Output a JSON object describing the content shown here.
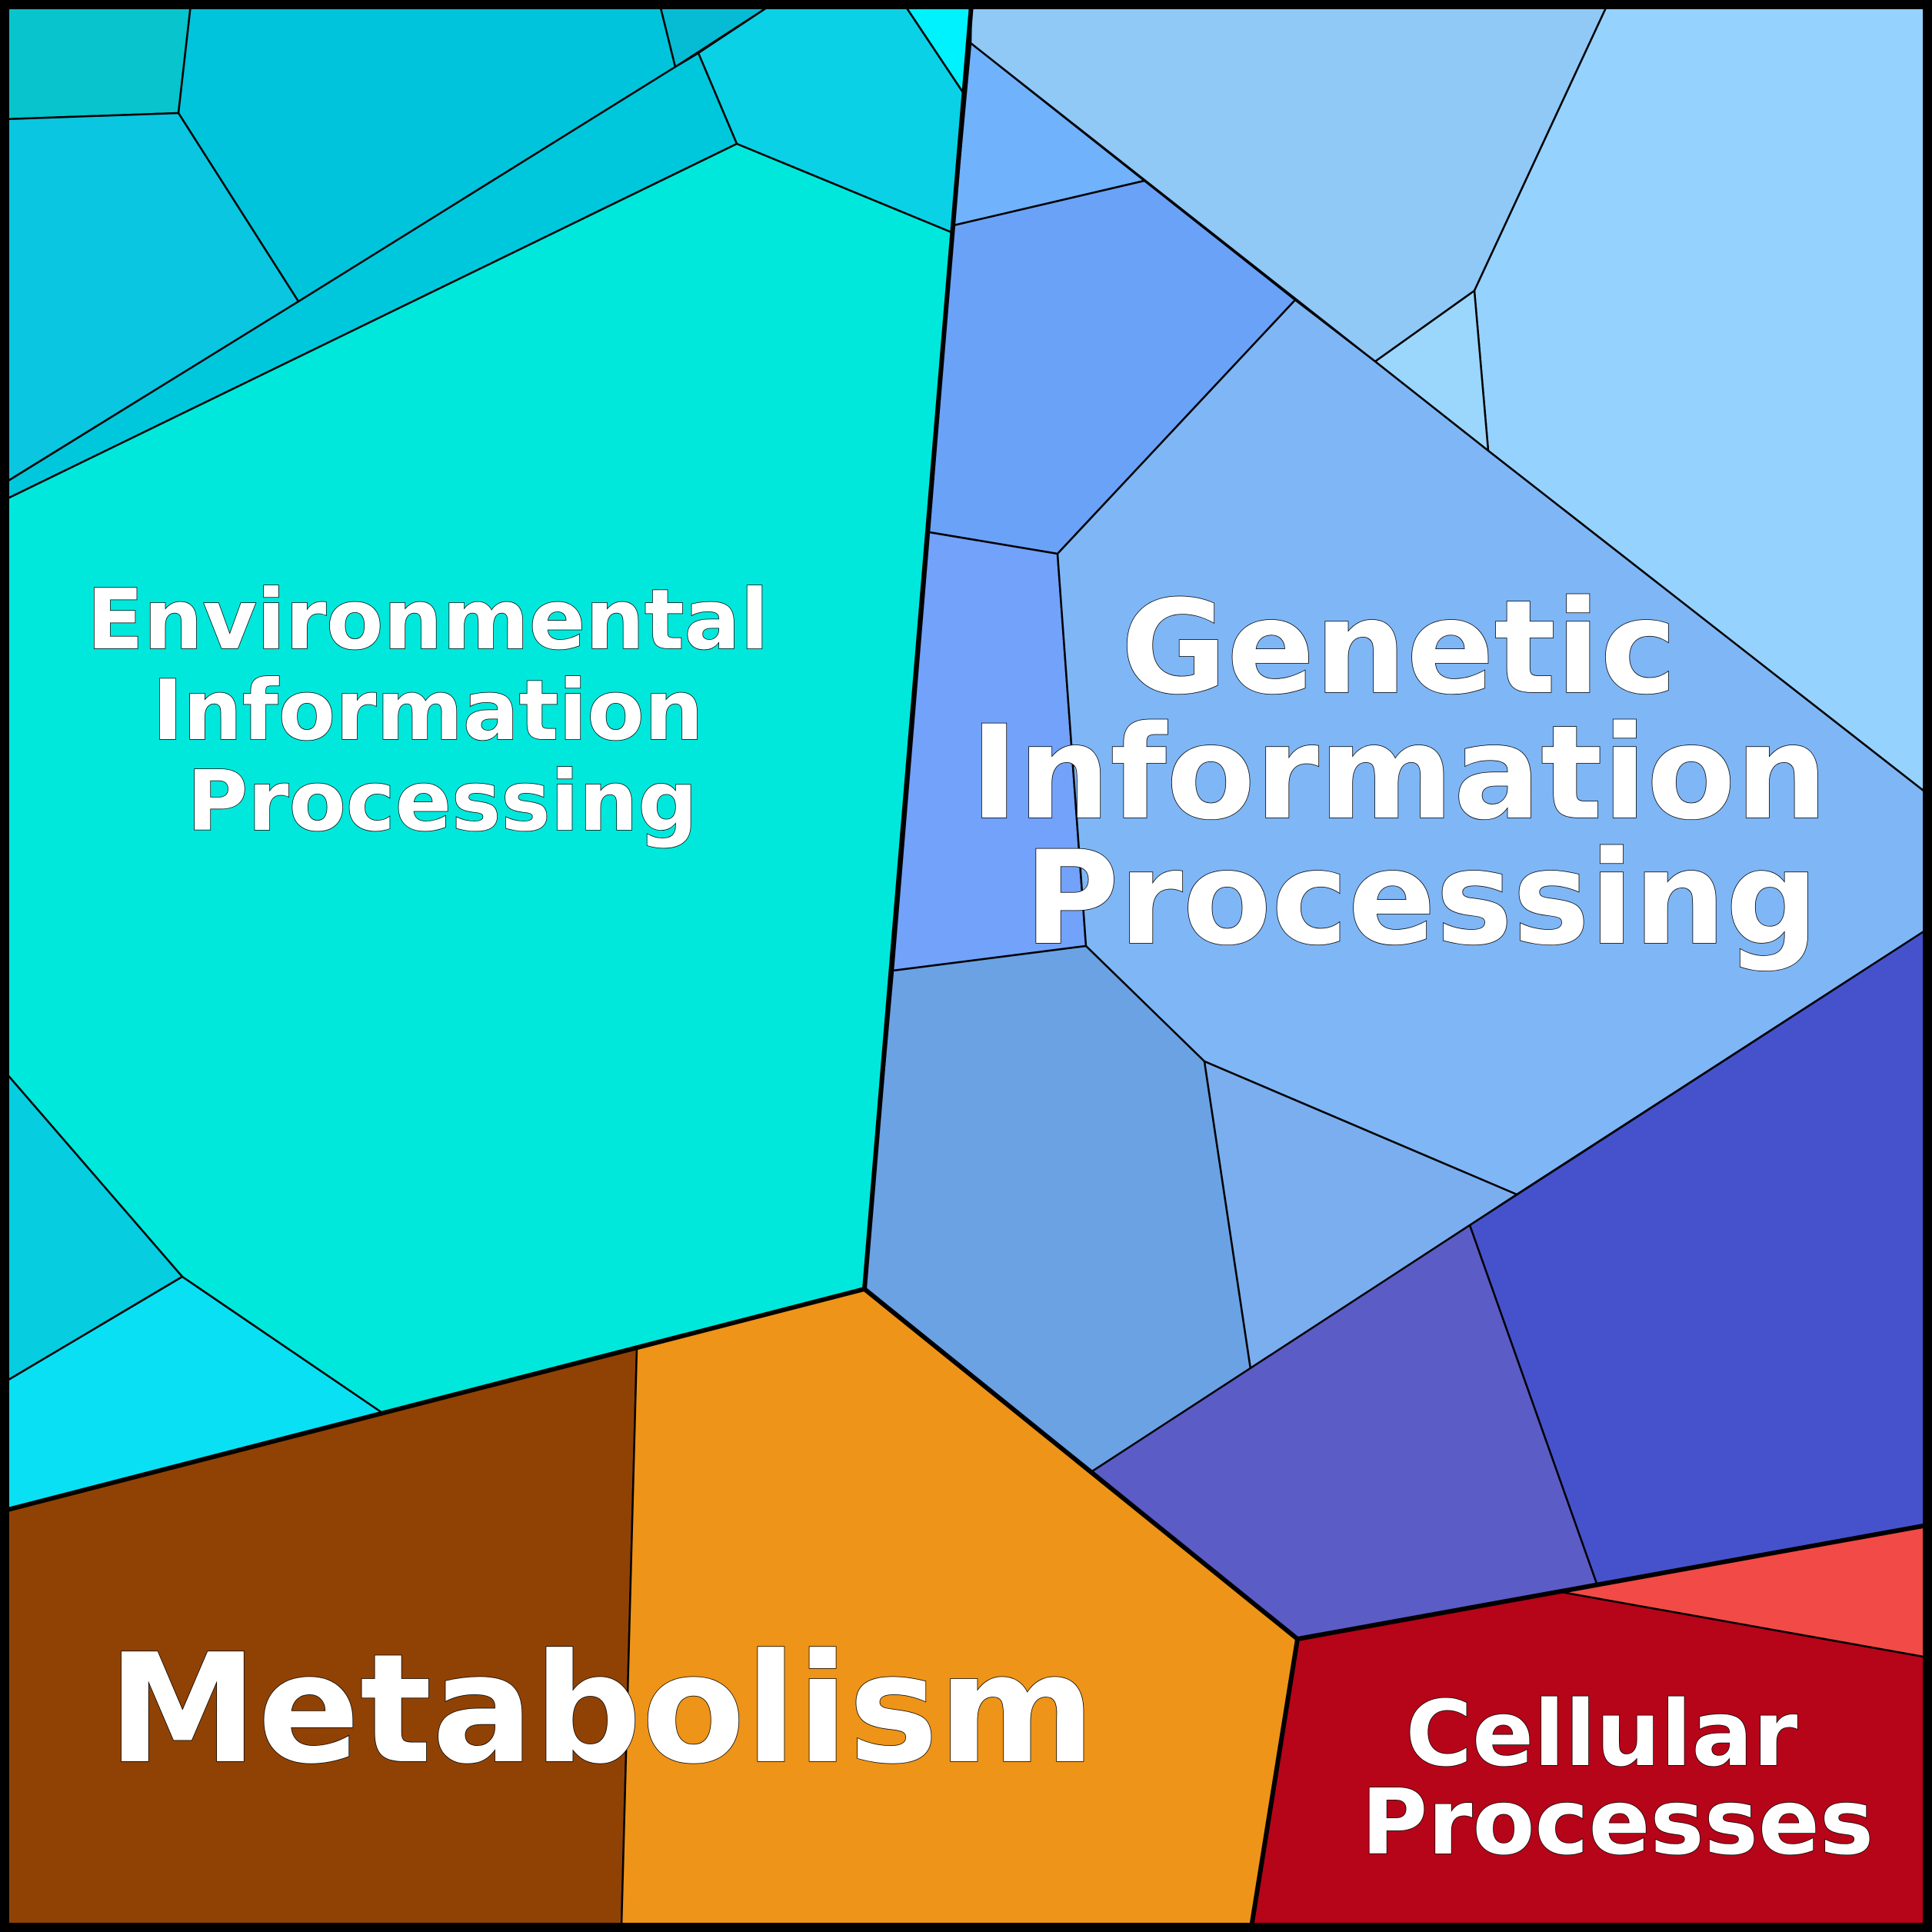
{
  "diagram": {
    "type": "voronoi-treemap",
    "groups": [
      {
        "id": "environmental",
        "label_lines": [
          "Environmental",
          "Information",
          "Processing"
        ],
        "color": "#00e8dc",
        "cells": [
          {
            "id": "env-top-left",
            "color": "#08c4cc"
          },
          {
            "id": "env-upper-mid",
            "color": "#00c4dc"
          },
          {
            "id": "env-top-sliver",
            "color": "#06bcd4"
          },
          {
            "id": "env-top-right",
            "color": "#0bd1e6"
          },
          {
            "id": "env-corner",
            "color": "#00f2ff"
          },
          {
            "id": "env-left-upper",
            "color": "#0ac6e0"
          },
          {
            "id": "env-band",
            "color": "#00c8dc"
          },
          {
            "id": "env-main",
            "color": "#00e8dc"
          },
          {
            "id": "env-left-lower",
            "color": "#06cde0"
          },
          {
            "id": "env-bottom-left",
            "color": "#0ae0f4"
          }
        ]
      },
      {
        "id": "genetic",
        "label_lines": [
          "Genetic",
          "Information",
          "Processing"
        ],
        "color": "#7fb6f6",
        "cells": [
          {
            "id": "gen-top-mid",
            "color": "#90c8f6"
          },
          {
            "id": "gen-top-right",
            "color": "#96d2fe"
          },
          {
            "id": "gen-small",
            "color": "#9bd6fc"
          },
          {
            "id": "gen-left-top",
            "color": "#70b2fc"
          },
          {
            "id": "gen-left-mid",
            "color": "#6aa2f8"
          },
          {
            "id": "gen-left-low",
            "color": "#72a2fa"
          },
          {
            "id": "gen-main",
            "color": "#7fb6f6"
          },
          {
            "id": "gen-lower-left",
            "color": "#6aa2e4"
          },
          {
            "id": "gen-lower-mid",
            "color": "#7aaeee"
          },
          {
            "id": "gen-right-dark",
            "color": "#4652cc"
          },
          {
            "id": "gen-bottom-purple",
            "color": "#5c5cc6"
          }
        ]
      },
      {
        "id": "metabolism",
        "label_lines": [
          "Metabolism"
        ],
        "color": "#ee9418",
        "cells": [
          {
            "id": "met-left",
            "color": "#904204"
          },
          {
            "id": "met-right",
            "color": "#ee9418"
          }
        ]
      },
      {
        "id": "cellular",
        "label_lines": [
          "Cellular",
          "Processes"
        ],
        "color": "#b60418",
        "cells": [
          {
            "id": "cell-top",
            "color": "#f24a46"
          },
          {
            "id": "cell-main",
            "color": "#b60418"
          }
        ]
      }
    ]
  }
}
